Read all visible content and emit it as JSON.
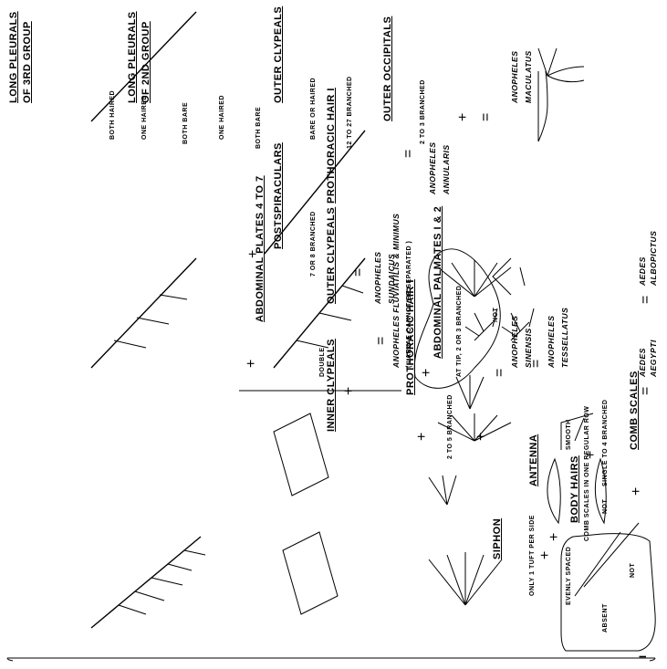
{
  "headings": {
    "long_pleurals_3rd": [
      "LONG PLEURALS",
      "OF 3RD GROUP"
    ],
    "long_pleurals_2nd": [
      "LONG PLEURALS",
      "OF 2ND GROUP"
    ],
    "outer_clypeals_1": "OUTER CLYPEALS",
    "outer_occipitals": "OUTER OCCIPITALS",
    "postspiraculars": "POSTSPIRACULARS",
    "abdominal_plates": "ABDOMINAL PLATES 4 TO 7",
    "inner_clypeals": "INNER CLYPEALS",
    "outer_clypeals_2": "OUTER CLYPEALS",
    "prothoracic_hair_i_a": "PROTHORACIC HAIR I",
    "prothoracic_hair_i_b": "PROTHORACIC HAIR I",
    "abdominal_palmates": "ABDOMINAL PALMATES I & 2",
    "siphon": "SIPHON",
    "antenna": "ANTENNA",
    "body_hairs": "BODY HAIRS",
    "comb_scales": "COMB SCALES"
  },
  "labels": {
    "both_haired": "BOTH HAIRED",
    "one_haired_a": "ONE HAIRED",
    "both_bare_a": "BOTH BARE",
    "one_haired_b": "ONE HAIRED",
    "both_bare_b": "BOTH BARE",
    "bare_or_haired": "BARE OR HAIRED",
    "12_to_27": "12 TO 27 BRANCHED",
    "2_to_3": "2 TO 3 BRANCHED",
    "7_or_8": "7 OR 8 BRANCHED",
    "double": "DOUBLE",
    "larvae_note": "( LARVAE CANNOT BE SEPARATED )",
    "at_tip": "AT TIP, 2 OR 3 BRANCHED",
    "2_to_5": "2 TO 5 BRANCHED",
    "not_a": "NOT",
    "only_1_tuft": "ONLY 1 TUFT PER SIDE",
    "evenly_spaced": "EVENLY SPACED",
    "absent": "ABSENT",
    "comb_scales_row": "COMB SCALES IN ONE REGULAR ROW",
    "smooth": "SMOOTH",
    "not_b": "NOT",
    "single_to_4": "SINGLE TO 4 BRANCHED",
    "not_c": "NOT"
  },
  "species": {
    "maculatus": [
      "ANOPHELES",
      "MACULATUS"
    ],
    "annularis": [
      "ANOPHELES",
      "ANNULARIS"
    ],
    "sundaicus": [
      "ANOPHELES",
      "SUNDAICUS"
    ],
    "fluviatilis": "ANOPHELES FLUVIATILIS & MINIMUS",
    "sinensis": [
      "ANOPHELES",
      "SINENSIS"
    ],
    "tessellatus": [
      "ANOPHELES",
      "TESSELLATUS"
    ],
    "aegypti": [
      "AEDES",
      "AEGYPTI"
    ],
    "albopictus": [
      "AEDES",
      "ALBOPICTUS"
    ]
  },
  "symbols": {
    "plus": "+",
    "equals": "=",
    "numeral": "I"
  }
}
